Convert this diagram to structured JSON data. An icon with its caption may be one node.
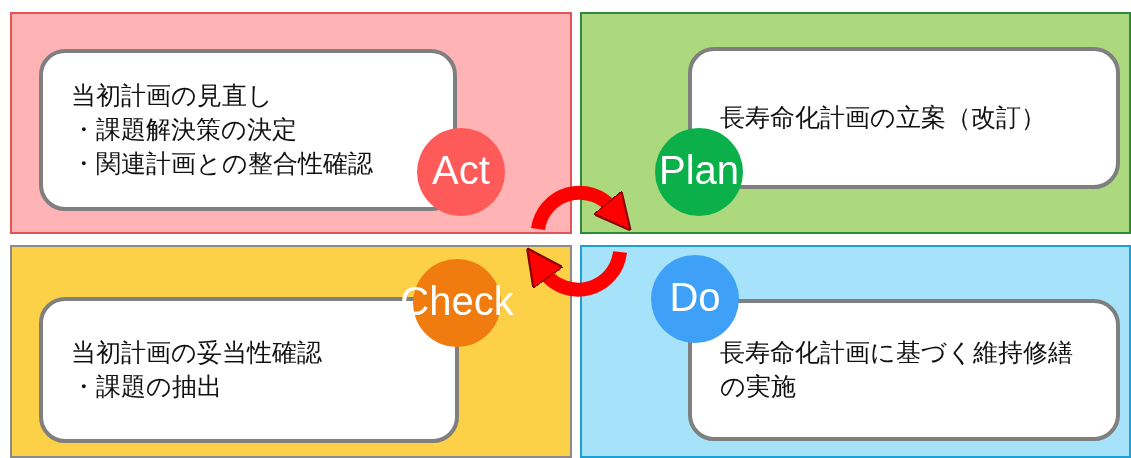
{
  "diagram": {
    "nodes": [
      {
        "text": [],
        "shape": "box"
      },
      {
        "text": [
          "当初計画の見直し",
          "・課題解決策の決定",
          "・関連計画との整合性確認"
        ],
        "in": 0
      },
      {
        "text": [
          "Act"
        ],
        "in": 0
      },
      {
        "text": [],
        "shape": "box"
      },
      {
        "text": [
          "長寿命化計画の立案（改訂）"
        ],
        "in": 3
      },
      {
        "text": [
          "Plan"
        ],
        "in": 3
      },
      {
        "text": [],
        "shape": "box"
      },
      {
        "text": [
          "Check"
        ],
        "in": 6
      },
      {
        "text": [
          "当初計画の妥当性確認",
          "・課題の抽出"
        ],
        "in": 6
      },
      {
        "text": [],
        "shape": "box"
      },
      {
        "text": [
          "Do"
        ],
        "in": 9
      },
      {
        "text": [
          "長寿命化計画に基づく維持修繕の実施"
        ],
        "in": 9
      }
    ],
    "edges": [
      {
        "from": 0,
        "to": 3,
        "arrow": "to"
      },
      {
        "from": 9,
        "to": 6,
        "arrow": "to"
      }
    ]
  }
}
